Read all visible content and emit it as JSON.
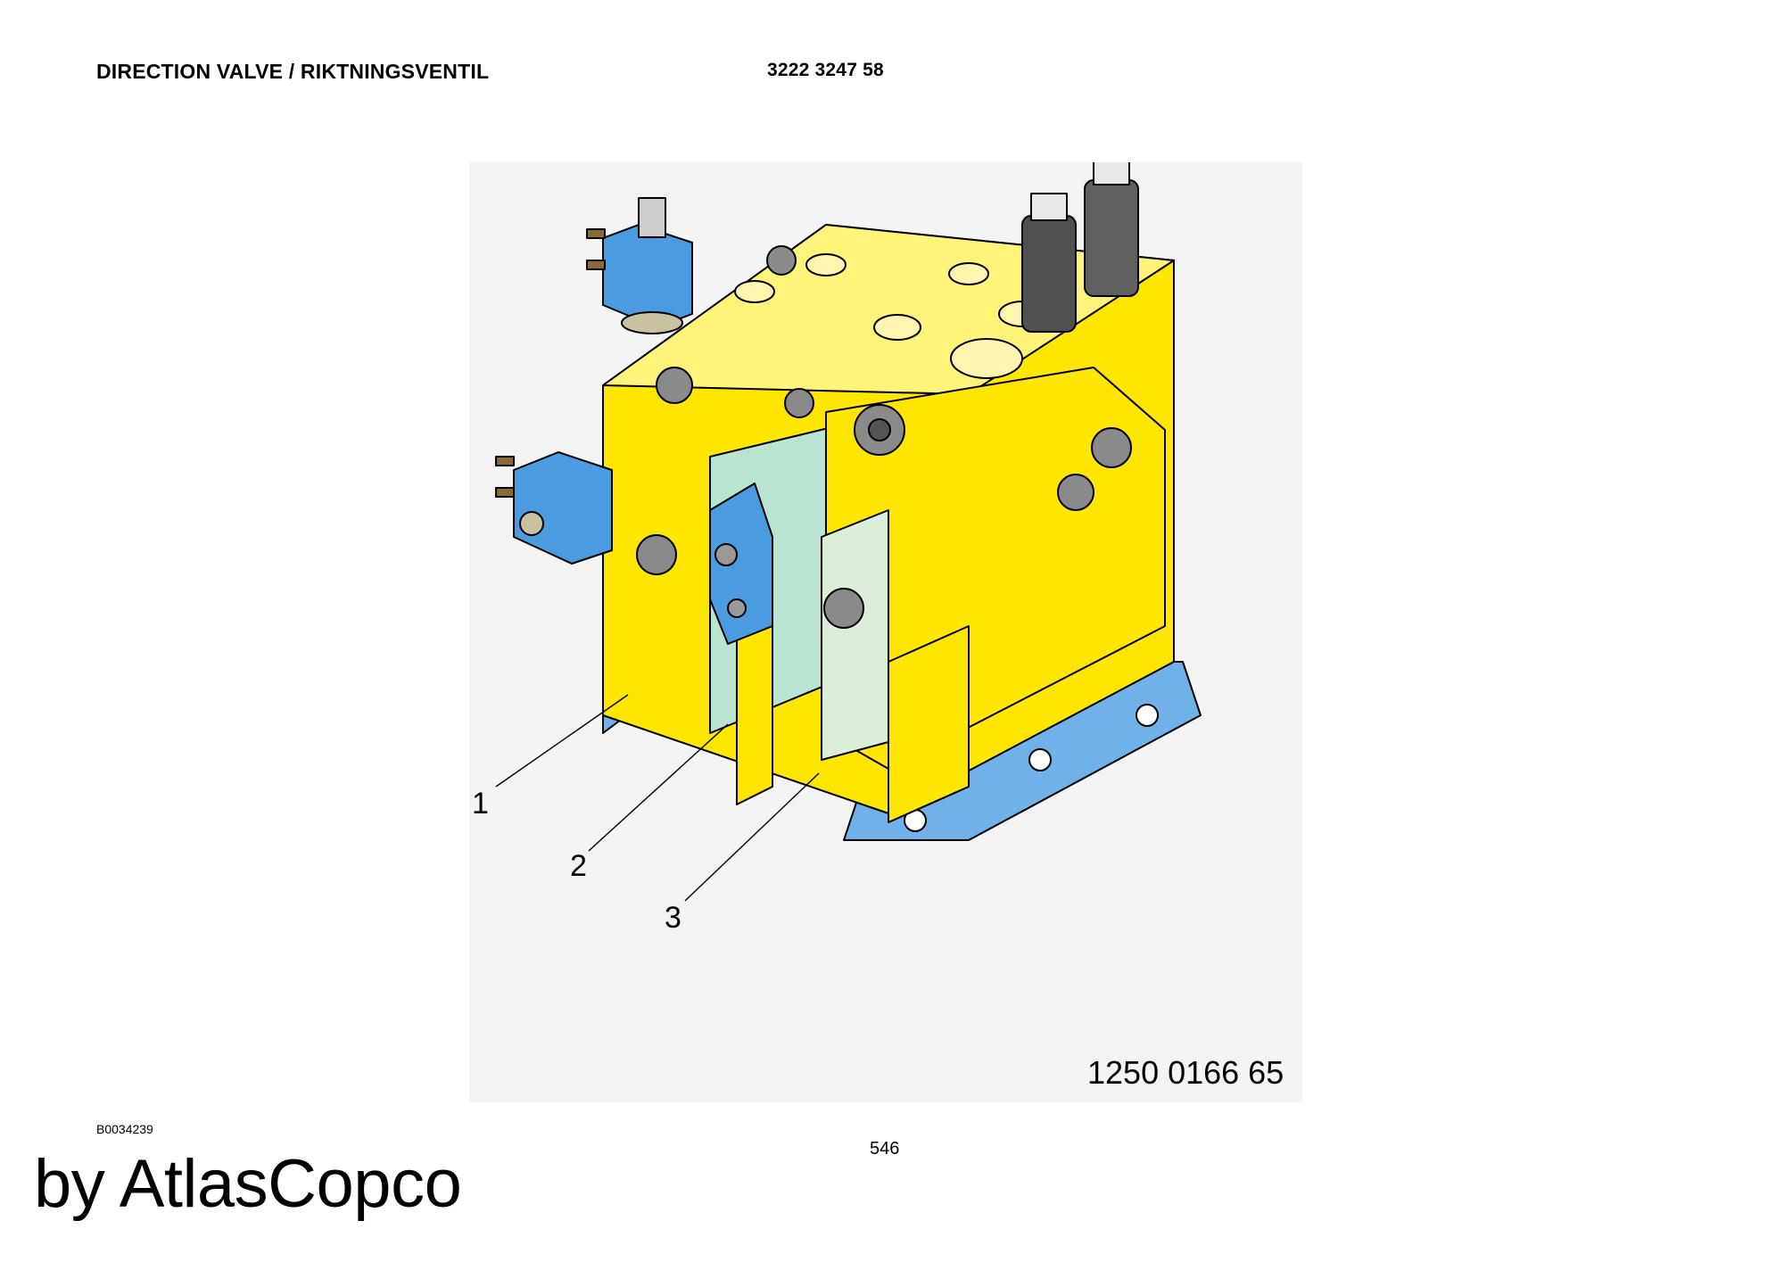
{
  "header": {
    "title": "DIRECTION VALVE / RIKTNINGSVENTIL",
    "part_number": "3222 3247 58"
  },
  "illustration": {
    "callouts": [
      "1",
      "2",
      "3"
    ],
    "drawing_number": "1250 0166 65",
    "colors": {
      "body": "#ffe600",
      "solenoid": "#4a9be0",
      "bracket": "#6fb1e8",
      "plate": "#b9e5d0",
      "sensor": "#404040"
    }
  },
  "footer": {
    "reference": "B0034239",
    "page": "546",
    "brand": "by AtlasCopco"
  }
}
